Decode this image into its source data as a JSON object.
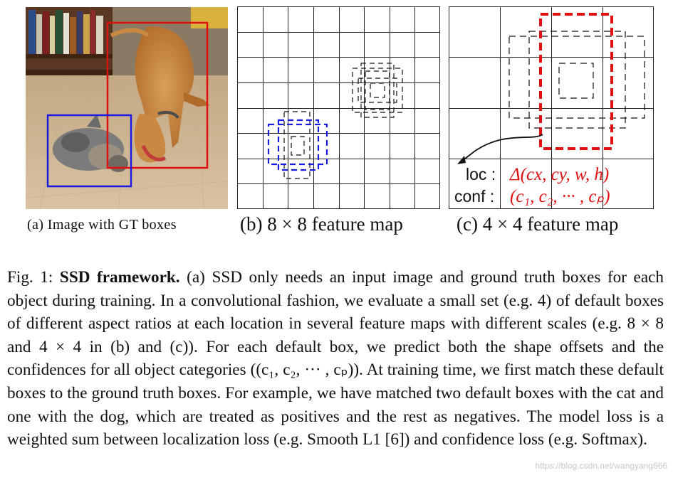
{
  "panels": {
    "a": {
      "caption": "(a) Image with GT boxes"
    },
    "b": {
      "caption": "(b) 8 × 8 feature map"
    },
    "c": {
      "caption": "(c) 4 × 4 feature map"
    }
  },
  "annotation": {
    "loc_label": "loc :",
    "loc_value": "Δ(cx, cy, w, h)",
    "conf_label": "conf :",
    "conf_value": "(c₁, c₂, ··· , cₚ)"
  },
  "figure_text": {
    "label": "Fig. 1:",
    "title": "SSD framework.",
    "body": " (a) SSD only needs an input image and ground truth boxes for each object during training. In a convolutional fashion, we evaluate a small set (e.g. 4) of default boxes of different aspect ratios at each location in several feature maps with different scales (e.g. 8 × 8 and 4 × 4 in (b) and (c)). For each default box, we predict both the shape offsets and the confidences for all object categories ((c₁, c₂, ··· , cₚ)). At training time, we first match these default boxes to the ground truth boxes. For example, we have matched two default boxes with the cat and one with the dog, which are treated as positives and the rest as negatives. The model loss is a weighted sum between localization loss (e.g. Smooth L1 [6]) and confidence loss (e.g. Softmax)."
  },
  "colors": {
    "gt_dog": "#e01010",
    "gt_cat": "#1a1ae0",
    "matched_cat_boxes": "#1a1ae0",
    "matched_dog_box": "#e01010",
    "annotation_values": "#e01010"
  },
  "watermark": "https://blog.csdn.net/wangyang666"
}
